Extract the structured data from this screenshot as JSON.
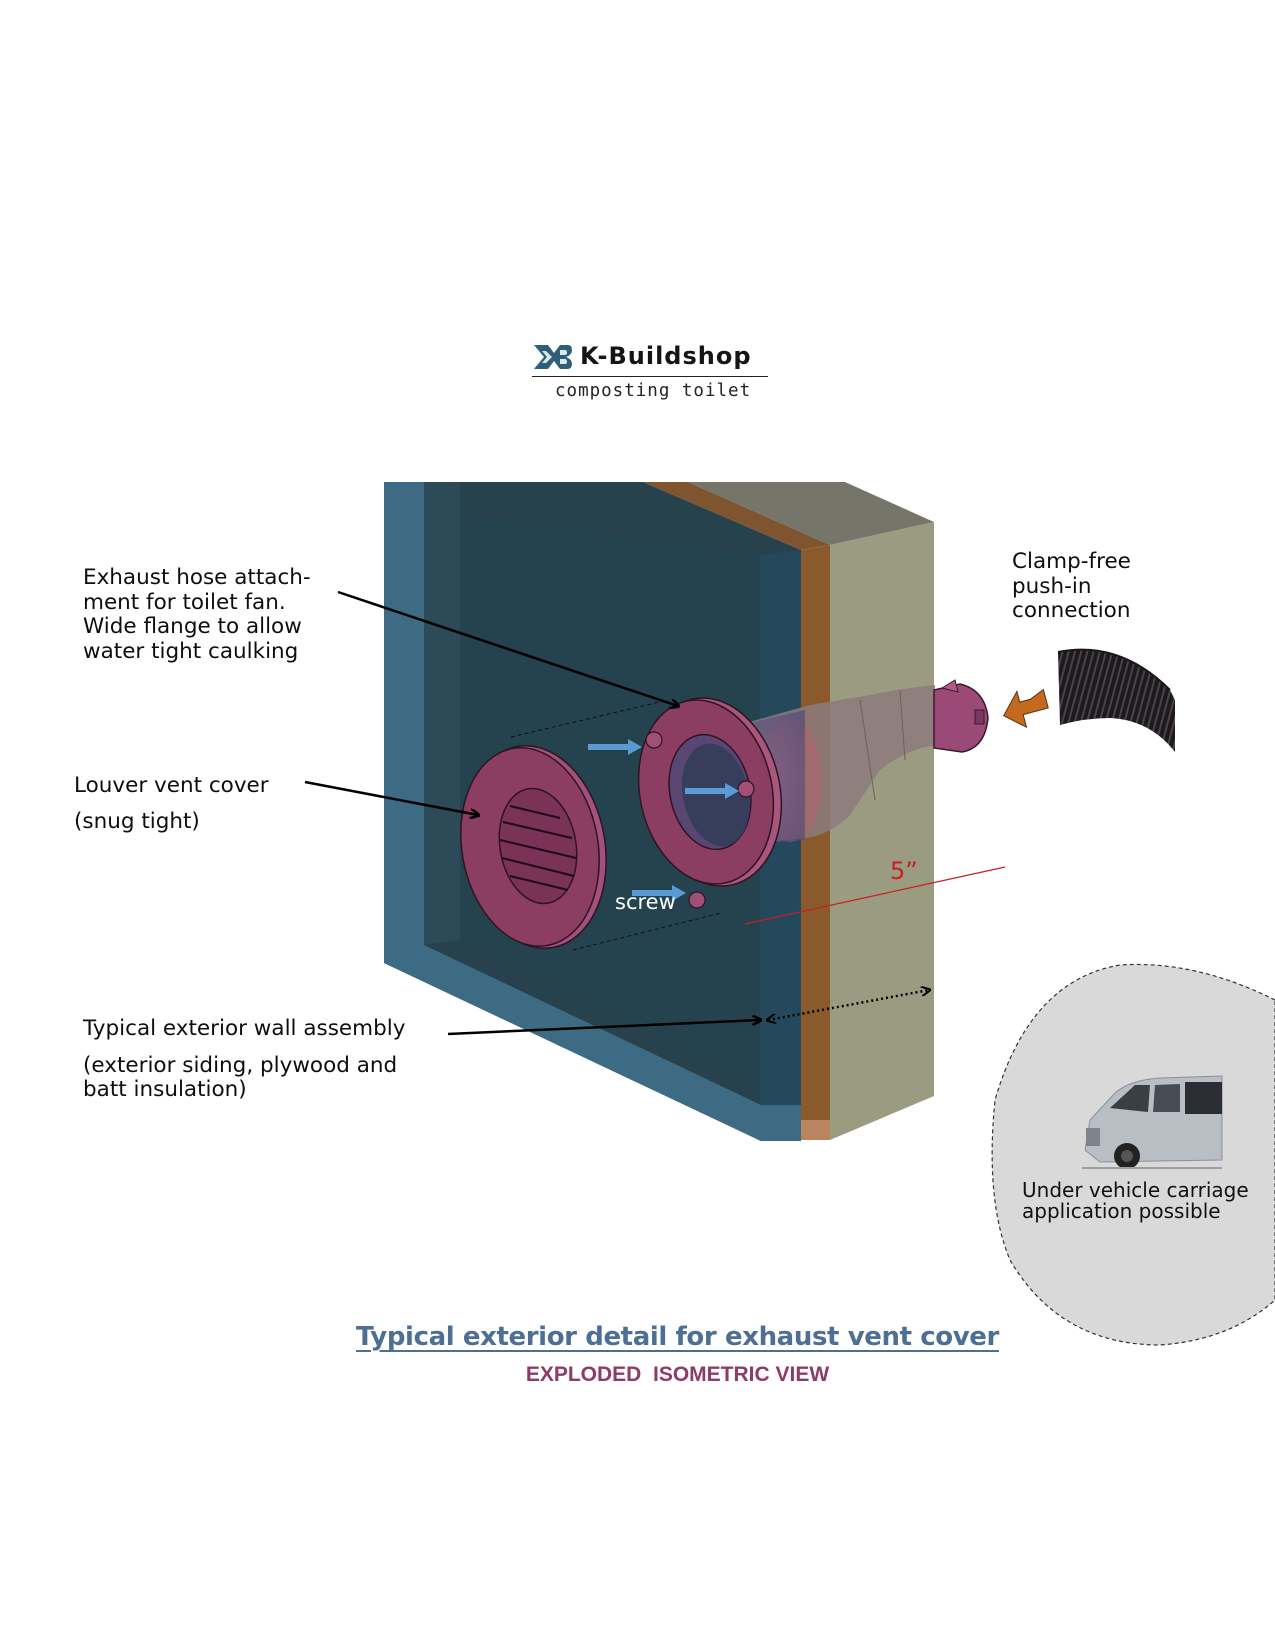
{
  "logo": {
    "brand": "K-Buildshop",
    "tagline": "composting toilet",
    "mark_icon": "kb-logo-mark",
    "mark_color": "#2f5f78"
  },
  "callouts": {
    "hose_attachment": {
      "lines": [
        "Exhaust hose attach-",
        "ment for toilet fan.",
        "Wide flange to allow",
        "water tight caulking"
      ]
    },
    "louver": {
      "lines": [
        "Louver vent cover",
        "(snug tight)"
      ]
    },
    "wall": {
      "lines": [
        "Typical exterior wall assembly",
        "(exterior siding, plywood and",
        "batt insulation)"
      ]
    },
    "connection": {
      "lines": [
        "Clamp-free",
        "push-in",
        "connection"
      ]
    },
    "screw": "screw",
    "dimension": "5”",
    "vehicle": {
      "lines": [
        "Under vehicle carriage",
        "application possible"
      ]
    }
  },
  "colors": {
    "siding": "#3f6e87",
    "siding_dark": "#27414d",
    "plywood": "#8a5a2c",
    "insulation": "#9b9b82",
    "vent_parts": "#8c3d62",
    "screw_arrows": "#5b9bd5",
    "push_arrow": "#c46a1f",
    "dimension": "#c81e1e",
    "title": "#4d6f93",
    "subtitle": "#8e3b66",
    "ellipse_fill": "#d9d9d9"
  },
  "title": "Typical exterior detail for exhaust vent cover",
  "subtitle": "EXPLODED  ISOMETRIC VIEW"
}
